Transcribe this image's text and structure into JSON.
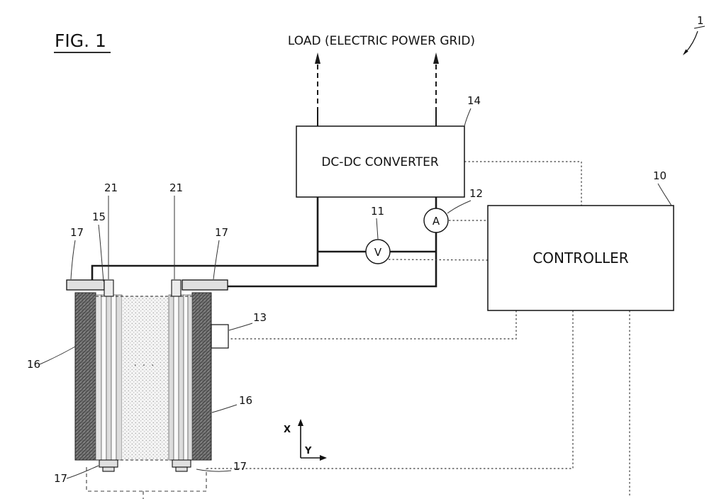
{
  "figure": {
    "title": "FIG. 1",
    "figure_ref": "1",
    "load_label": "LOAD (ELECTRIC POWER GRID)"
  },
  "components": {
    "dcdc_converter": {
      "label": "DC-DC CONVERTER",
      "ref": "14"
    },
    "controller": {
      "label": "CONTROLLER",
      "ref": "10"
    },
    "ammeter": {
      "symbol": "A",
      "ref": "12"
    },
    "voltmeter": {
      "symbol": "V",
      "ref": "11"
    },
    "sensor": {
      "ref": "13"
    }
  },
  "stack": {
    "ellipsis": ". . .",
    "refs": {
      "terminal_top_left": "17",
      "terminal_top_right": "17",
      "terminal_bottom_left": "17",
      "terminal_bottom_right": "17",
      "cell": "15",
      "tab_left": "21",
      "tab_right": "21",
      "end_plate_left": "16",
      "end_plate_right": "16"
    }
  },
  "axes": {
    "x_label": "X",
    "y_label": "Y"
  },
  "colors": {
    "line": "#1a1a1a",
    "dotted": "#3c3c3c",
    "end_plate": "#7d7d7d",
    "stripe_gray": "#dcdcdc",
    "bar_fill": "#e0e0e0"
  }
}
